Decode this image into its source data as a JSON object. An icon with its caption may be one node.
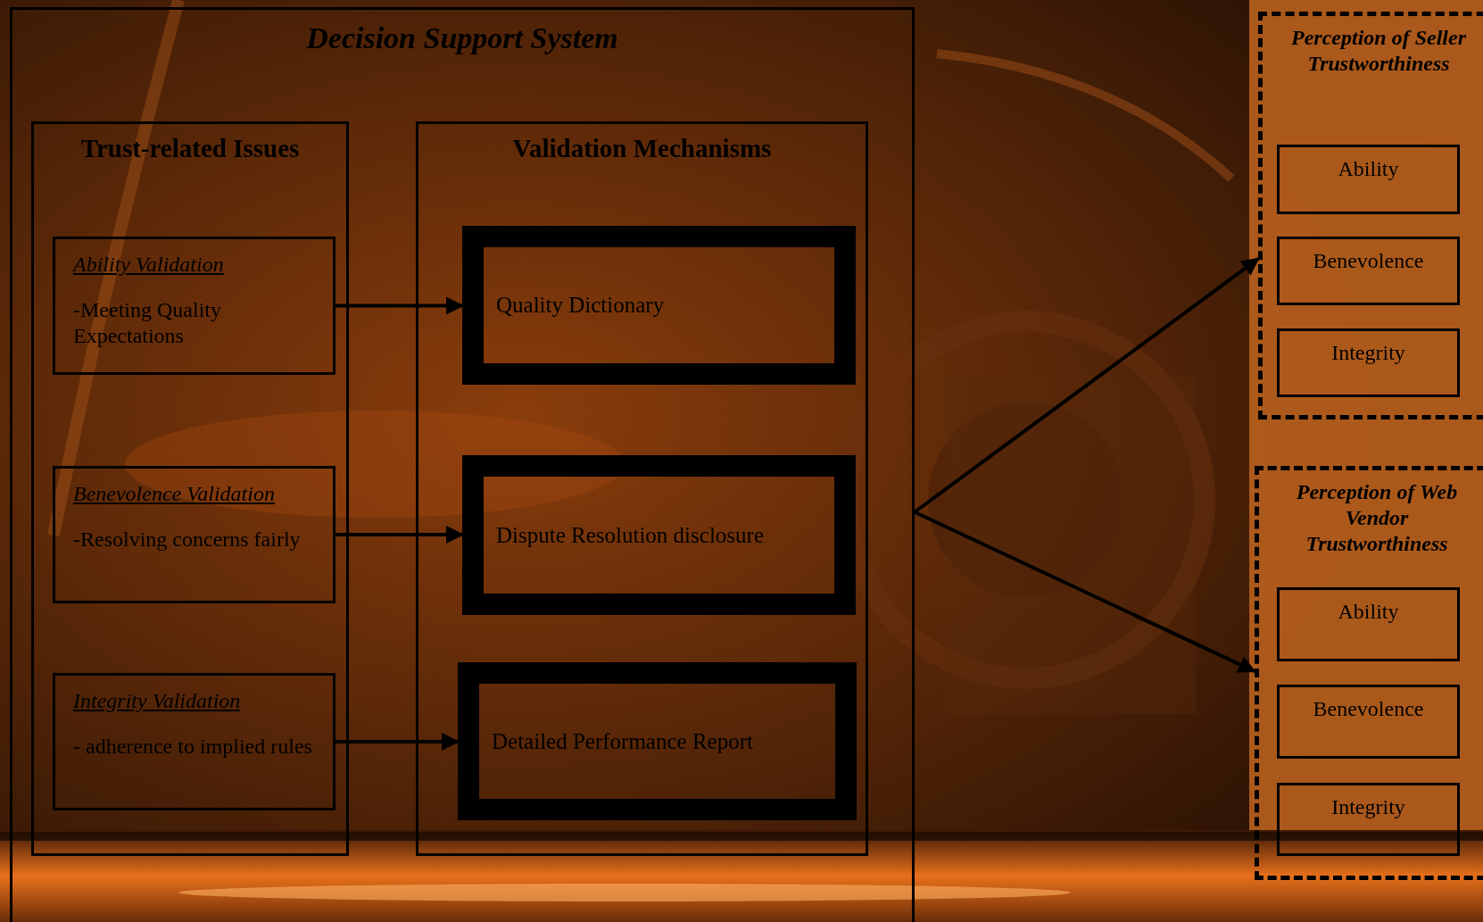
{
  "diagram": {
    "nodes": [
      {
        "text": [
          "Decision Support System"
        ]
      },
      {
        "text": [
          "Trust-related Issues"
        ],
        "in": 0
      },
      {
        "text": [
          "Ability Validation",
          "-Meeting Quality Expectations"
        ],
        "in": 1
      },
      {
        "text": [
          "Benevolence Validation",
          "-Resolving concerns fairly"
        ],
        "in": 1
      },
      {
        "text": [
          "Integrity Validation",
          "- adherence to implied rules"
        ],
        "in": 1
      },
      {
        "text": [
          "Validation Mechanisms"
        ],
        "in": 0
      },
      {
        "text": [
          "Quality Dictionary"
        ],
        "in": 5
      },
      {
        "text": [
          "Dispute Resolution disclosure"
        ],
        "in": 5
      },
      {
        "text": [
          "Detailed Performance Report"
        ],
        "in": 5
      },
      {
        "text": [
          "Perception of Seller Trustworthiness"
        ]
      },
      {
        "text": [
          "Ability"
        ],
        "in": 9
      },
      {
        "text": [
          "Benevolence"
        ],
        "in": 9
      },
      {
        "text": [
          "Integrity"
        ],
        "in": 9
      },
      {
        "text": [
          "Perception of Web Vendor Trustworthiness"
        ]
      },
      {
        "text": [
          "Ability"
        ],
        "in": 13
      },
      {
        "text": [
          "Benevolence"
        ],
        "in": 13
      },
      {
        "text": [
          "Integrity"
        ],
        "in": 13
      }
    ],
    "edges": [
      {
        "from": 2,
        "to": 6,
        "arrow": "to"
      },
      {
        "from": 3,
        "to": 7,
        "arrow": "to"
      },
      {
        "from": 4,
        "to": 8,
        "arrow": "to"
      },
      {
        "from": 0,
        "to": 9,
        "arrow": "to"
      },
      {
        "from": 0,
        "to": 13,
        "arrow": "to"
      }
    ]
  }
}
